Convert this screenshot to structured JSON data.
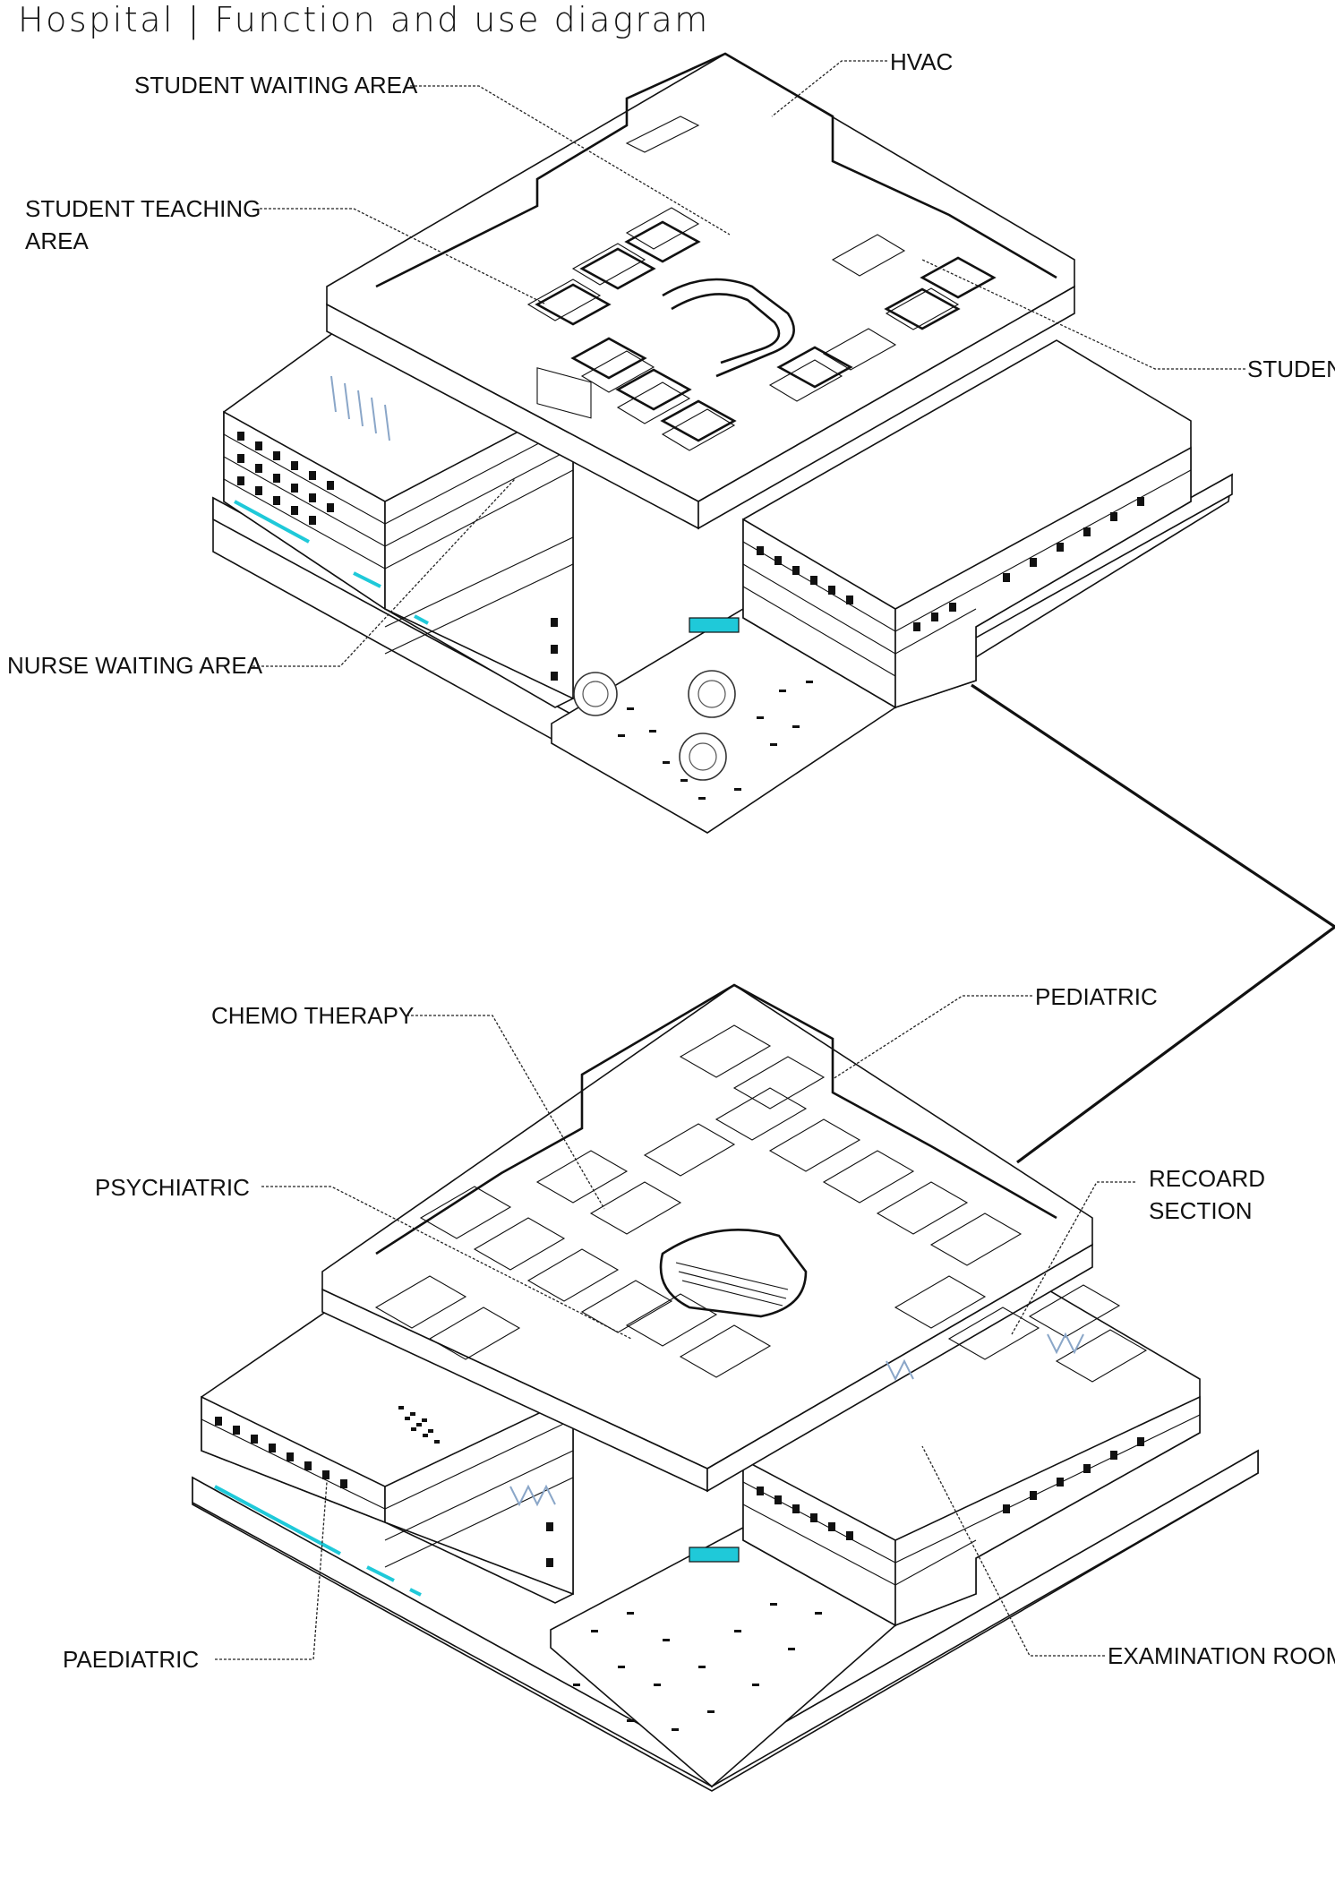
{
  "title": "Hospital | Function and use diagram",
  "labels": {
    "hvac": "HVAC",
    "student_waiting_area": "STUDENT WAITING AREA",
    "student_teaching_area_line1": "STUDENT TEACHING",
    "student_teaching_area_line2": "AREA",
    "student_cut": "STUDEN",
    "nurse_waiting_area": "NURSE WAITING AREA",
    "chemo_therapy": "CHEMO THERAPY",
    "pediatric": "PEDIATRIC",
    "psychiatric": "PSYCHIATRIC",
    "record_section_line1": "RECOARD",
    "record_section_line2": "SECTION",
    "paediatric": "PAEDIATRIC",
    "examination_room": "EXAMINATION ROOM"
  },
  "colors": {
    "line": "#111111",
    "accent_cyan": "#1fc9d9",
    "accent_blue": "#8aa6c8"
  }
}
